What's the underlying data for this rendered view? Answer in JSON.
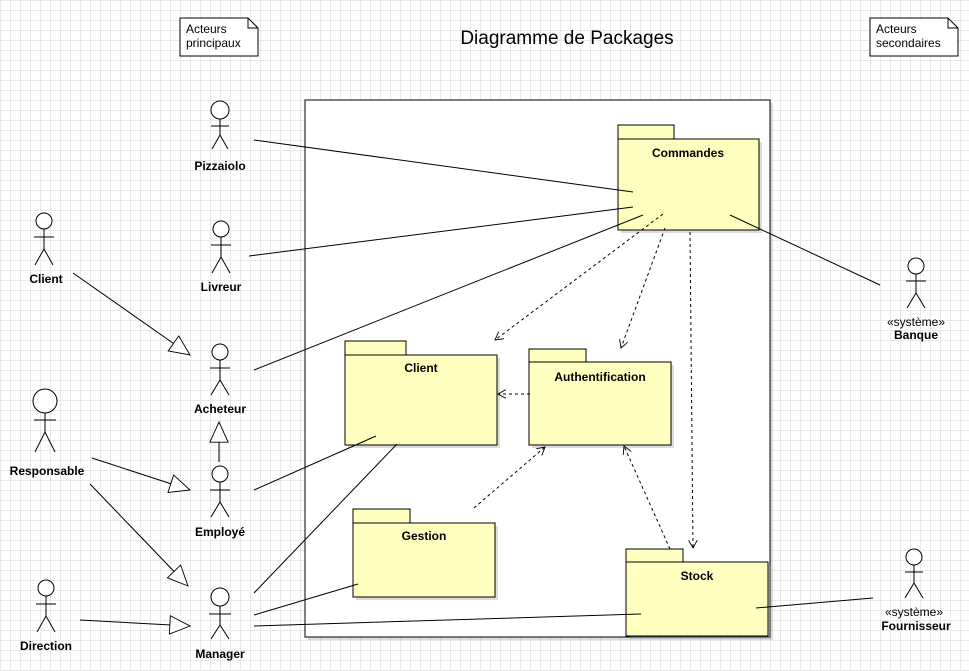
{
  "title": "Diagramme de Packages",
  "notes": {
    "primary": [
      "Acteurs",
      "principaux"
    ],
    "secondary": [
      "Acteurs",
      "secondaires"
    ]
  },
  "packages": {
    "commandes": "Commandes",
    "client": "Client",
    "authentification": "Authentification",
    "gestion": "Gestion",
    "stock": "Stock"
  },
  "actors": {
    "pizzaiolo": "Pizzaiolo",
    "livreur": "Livreur",
    "client": "Client",
    "acheteur": "Acheteur",
    "responsable": "Responsable",
    "employe": "Employé",
    "direction": "Direction",
    "manager": "Manager",
    "banque": "Banque",
    "fournisseur": "Fournisseur"
  },
  "stereotypes": {
    "banque": "«système»",
    "fournisseur": "«système»"
  },
  "colors": {
    "package_fill": "#ffffc0",
    "grid": "#e8e8e8",
    "stroke": "#000000"
  }
}
